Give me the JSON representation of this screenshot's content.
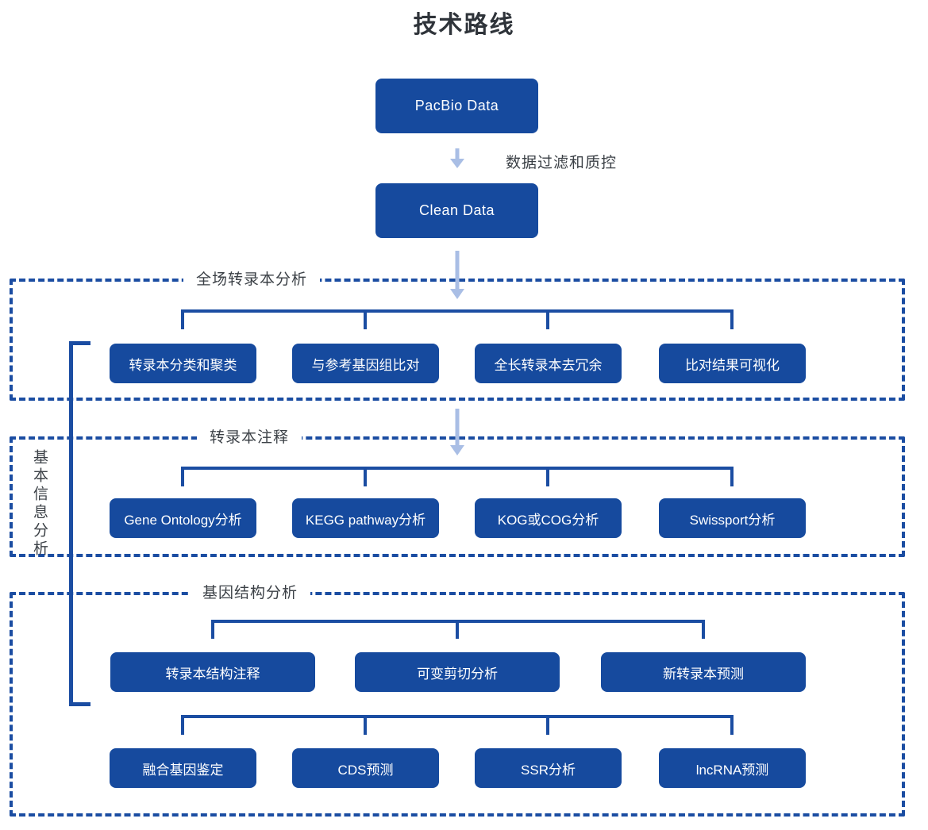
{
  "title": "技术路线",
  "colors": {
    "box_blue": "#164A9E",
    "line_blue": "#1B4DA2",
    "arrow_light": "#A9BEE5",
    "label_gray": "#3B4046"
  },
  "flow": {
    "pacbio": "PacBio Data",
    "clean": "Clean Data",
    "qc_label": "数据过滤和质控"
  },
  "side_label": "基本信息分析",
  "sections": [
    {
      "label": "全场转录本分析",
      "boxes": [
        "转录本分类和聚类",
        "与参考基因组比对",
        "全长转录本去冗余",
        "比对结果可视化"
      ]
    },
    {
      "label": "转录本注释",
      "boxes": [
        "Gene Ontology分析",
        "KEGG pathway分析",
        "KOG或COG分析",
        "Swissport分析"
      ]
    },
    {
      "label": "基因结构分析",
      "rows": [
        [
          "转录本结构注释",
          "可变剪切分析",
          "新转录本预测"
        ],
        [
          "融合基因鉴定",
          "CDS预测",
          "SSR分析",
          "lncRNA预测"
        ]
      ]
    }
  ]
}
